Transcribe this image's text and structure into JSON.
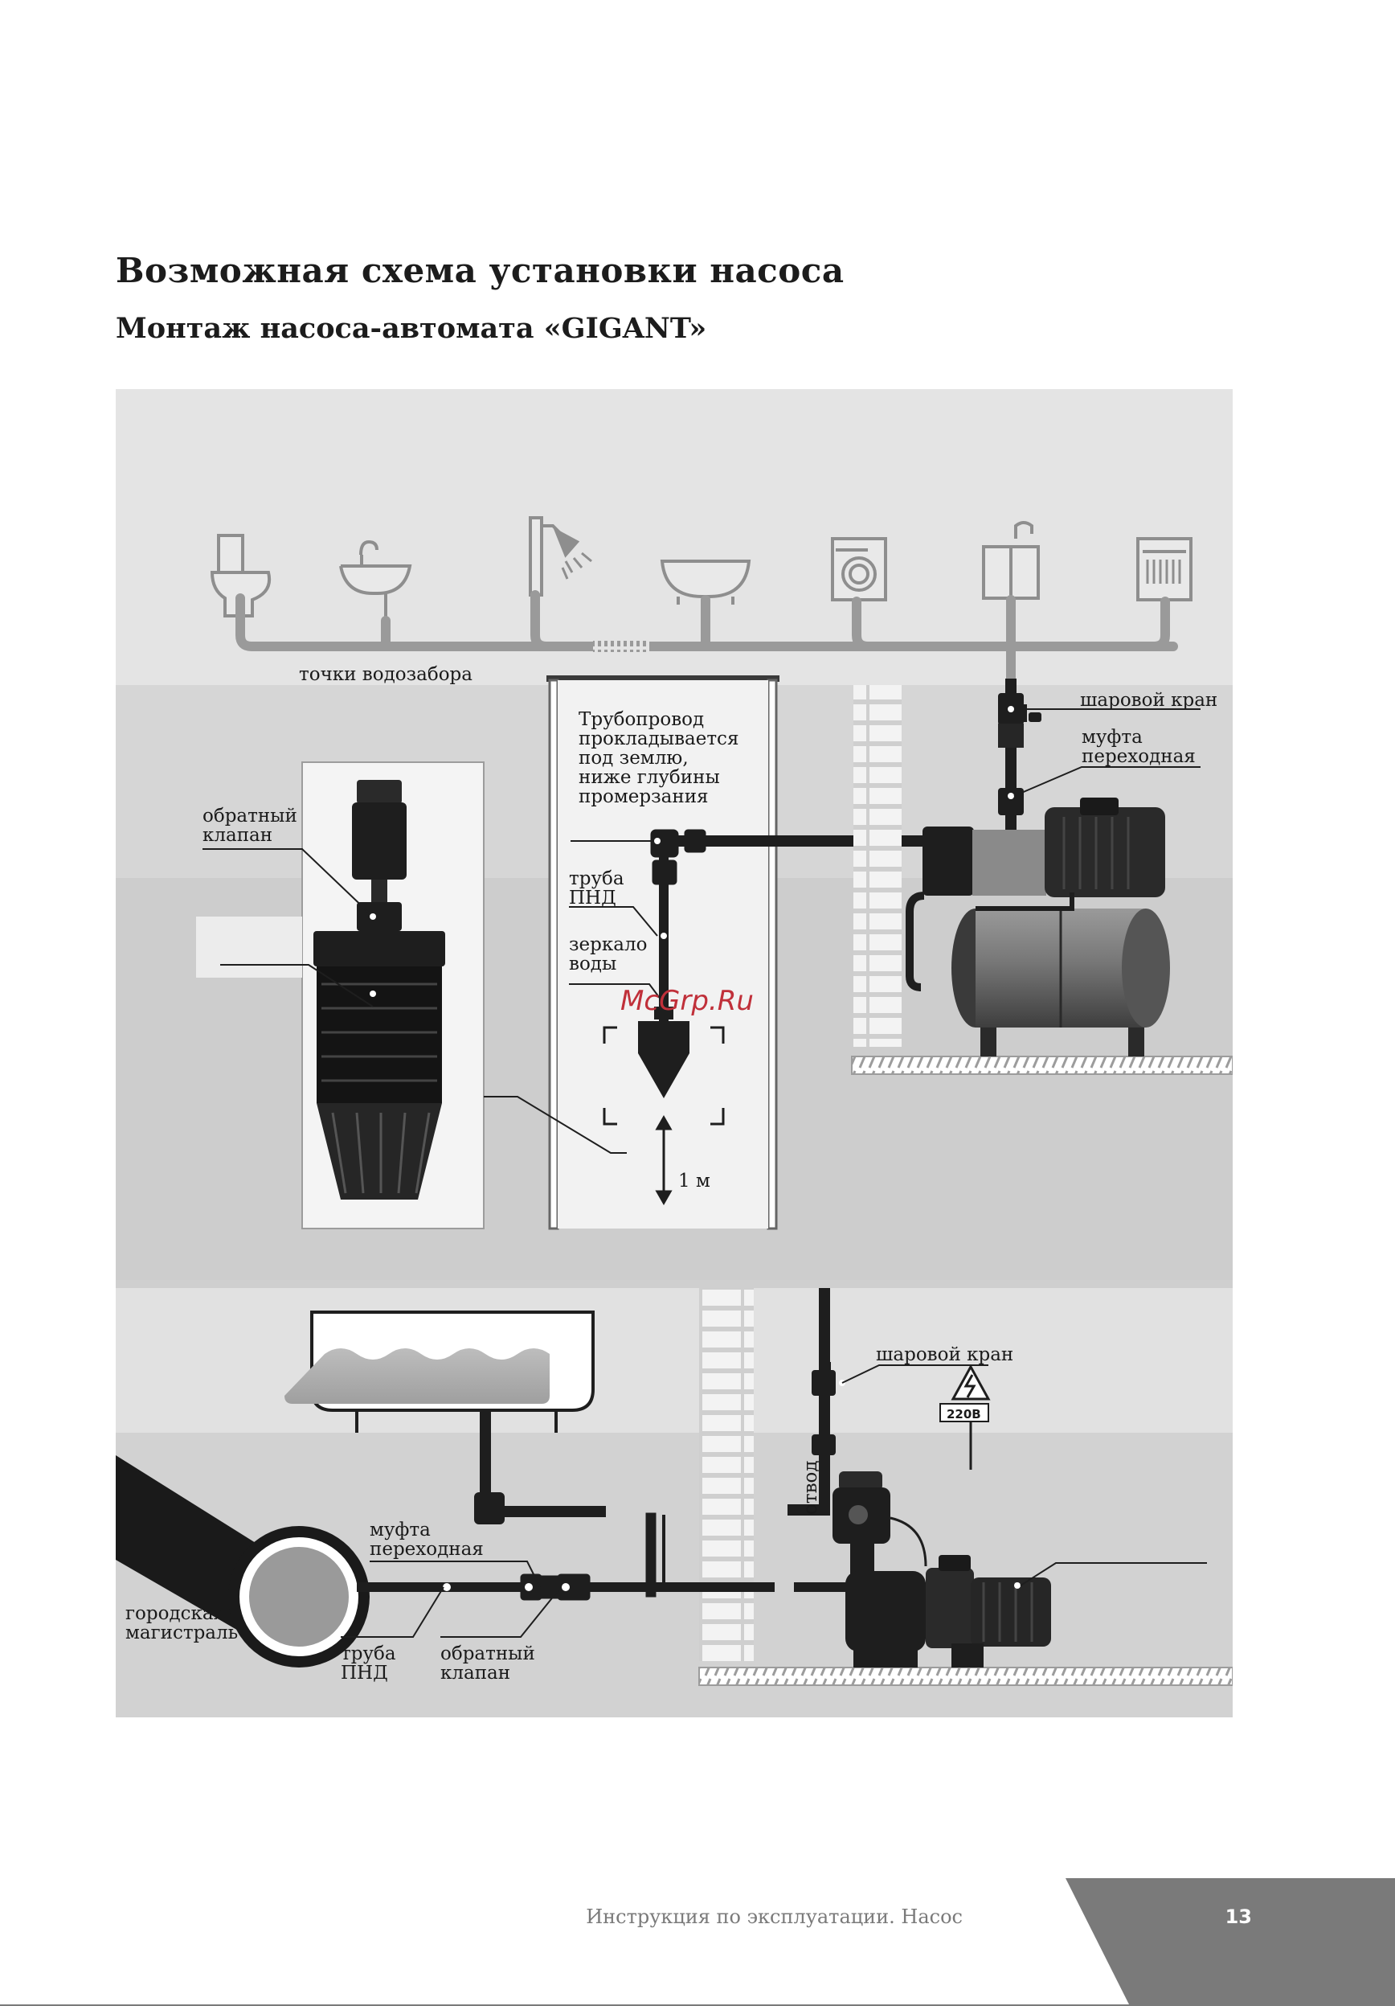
{
  "title": "Возможная схема установки насоса",
  "subtitle": "Монтаж насоса-автомата «GIGANT»",
  "diagram": {
    "upper": {
      "water_points": "точки водозабора",
      "pipeline_note": [
        "Трубопровод",
        "прокладывается",
        "под землю,",
        "ниже глубины",
        "промерзания"
      ],
      "check_valve": [
        "обратный",
        "клапан"
      ],
      "pipe_pnd": [
        "труба",
        "ПНД"
      ],
      "water_level": [
        "зеркало",
        "воды"
      ],
      "depth": "1 м",
      "ball_valve": "шаровой кран",
      "coupling": [
        "муфта",
        "переходная"
      ]
    },
    "lower": {
      "ball_valve": "шаровой кран",
      "voltage": "220В",
      "branch": "отвод",
      "coupling": [
        "муфта",
        "переходная"
      ],
      "city_main": [
        "городская",
        "магистраль"
      ],
      "pipe_pnd": [
        "труба",
        "ПНД"
      ],
      "check_valve": [
        "обратный",
        "клапан"
      ]
    },
    "watermark": "McGrp.Ru"
  },
  "footer": {
    "text": "Инструкция по эксплуатации. Насос",
    "page_number": "13"
  },
  "colors": {
    "panel_light": "#e3e3e3",
    "panel_dark": "#cbcbcb",
    "pipe": "#1e1e1e",
    "footer_band": "#7a7a7a",
    "watermark": "#c0303a"
  }
}
